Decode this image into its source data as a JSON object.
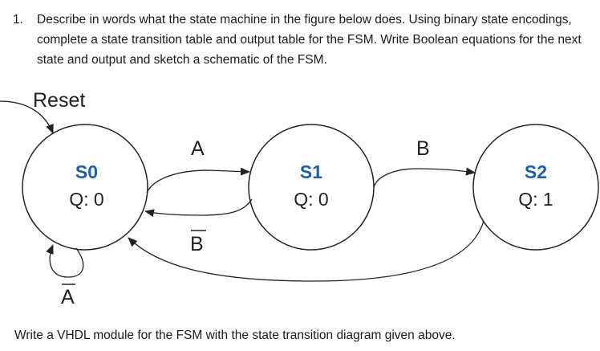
{
  "question": {
    "number": "1.",
    "text": "Describe in words what the state machine in the figure below does. Using binary state encodings, complete a state transition table and output table for the FSM. Write Boolean equations for the next state and output and sketch a schematic of the FSM."
  },
  "diagram": {
    "reset_label": "Reset",
    "states": [
      {
        "name": "S0",
        "output": "Q: 0"
      },
      {
        "name": "S1",
        "output": "Q: 0"
      },
      {
        "name": "S2",
        "output": "Q: 1"
      }
    ],
    "transitions": {
      "s0_to_s1": "A",
      "s1_to_s0": "B",
      "s0_self": "A",
      "s1_to_s2": "B"
    },
    "colors": {
      "state_name": "#1f5fa8",
      "stroke": "#222222"
    }
  },
  "footer": {
    "text": "Write a VHDL module for the FSM with the state transition diagram given above."
  }
}
